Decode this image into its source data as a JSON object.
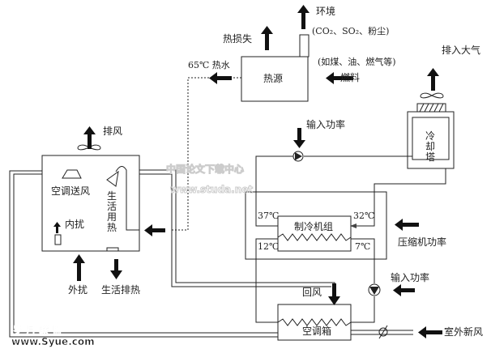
{
  "heat_source": {
    "label": "热源",
    "heat_loss": "热损失",
    "environment": "环境",
    "emissions": "(CO₂、SO₂、粉尘)",
    "fuel_examples": "(如煤、油、燃气等)",
    "fuel": "燃料",
    "hot_water": "65℃ 热水"
  },
  "room": {
    "exhaust": "排风",
    "ac_supply": "空调送风",
    "domestic_heat": [
      "生",
      "活",
      "用",
      "热"
    ],
    "internal_load": "内扰",
    "external_load": "外扰",
    "domestic_exhaust_heat": "生活排热"
  },
  "cooling_tower": {
    "label": [
      "冷",
      "却",
      "塔"
    ],
    "exhaust_to_atmosphere": "排入大气"
  },
  "pump1": {
    "input_power": "输入功率"
  },
  "chiller": {
    "label": "制冷机组",
    "t_37": "37℃",
    "t_32": "32℃",
    "t_12": "12℃",
    "t_7": "7℃",
    "compressor_power": "压缩机功率"
  },
  "pump2": {
    "input_power": "输入功率"
  },
  "ahu": {
    "label": "空调箱",
    "return_air": "回风",
    "outdoor_air": "室外新风"
  },
  "watermarks": {
    "cn_site": "中国论文下载中心",
    "cn_url": "www.studa.net",
    "syue": "岁 月 联 盟",
    "syue_url": "www.Syue.com"
  }
}
